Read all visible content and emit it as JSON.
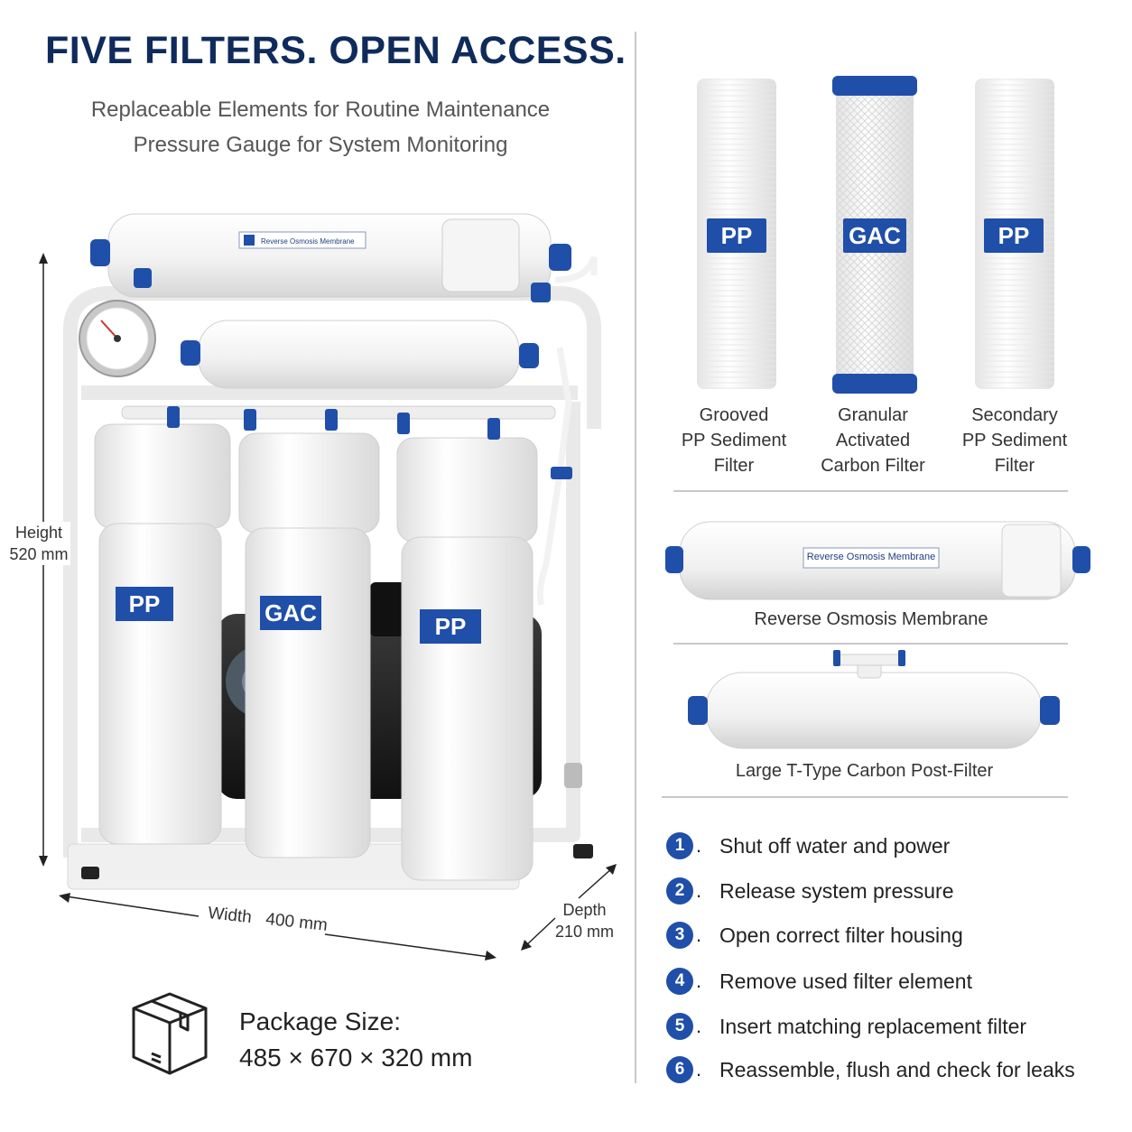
{
  "header": {
    "title": "FIVE FILTERS. OPEN ACCESS.",
    "subtitle_1": "Replaceable Elements for Routine Maintenance",
    "subtitle_2": "Pressure Gauge for System Monitoring"
  },
  "system": {
    "membrane_label": "Reverse Osmosis Membrane",
    "housings": [
      {
        "badge": "PP"
      },
      {
        "badge": "GAC"
      },
      {
        "badge": "PP"
      }
    ]
  },
  "dimensions": {
    "height_label": "Height",
    "height_value": "520 mm",
    "width_label": "Width",
    "width_value": "400 mm",
    "depth_label": "Depth",
    "depth_value": "210 mm"
  },
  "package": {
    "label": "Package Size:",
    "value": "485 × 670 × 320 mm"
  },
  "cartridges": [
    {
      "badge": "PP",
      "line1": "Grooved",
      "line2": "PP Sediment",
      "line3": "Filter"
    },
    {
      "badge": "GAC",
      "line1": "Granular",
      "line2": "Activated",
      "line3": "Carbon Filter"
    },
    {
      "badge": "PP",
      "line1": "Secondary",
      "line2": "PP Sediment",
      "line3": "Filter"
    }
  ],
  "membrane": {
    "tube_label": "Reverse Osmosis Membrane",
    "caption": "Reverse Osmosis Membrane"
  },
  "post_filter": {
    "caption": "Large T-Type Carbon Post-Filter"
  },
  "steps": [
    {
      "num": "1",
      "text": "Shut off water and power"
    },
    {
      "num": "2",
      "text": "Release system pressure"
    },
    {
      "num": "3",
      "text": "Open correct filter housing"
    },
    {
      "num": "4",
      "text": "Remove used filter element"
    },
    {
      "num": "5",
      "text": "Insert matching replacement filter"
    },
    {
      "num": "6",
      "text": "Reassemble, flush and check for leaks"
    }
  ],
  "colors": {
    "title": "#0f2b5b",
    "badge": "#1f4fa8",
    "fitting": "#1f4fa8",
    "divider": "#c8c8c8"
  }
}
